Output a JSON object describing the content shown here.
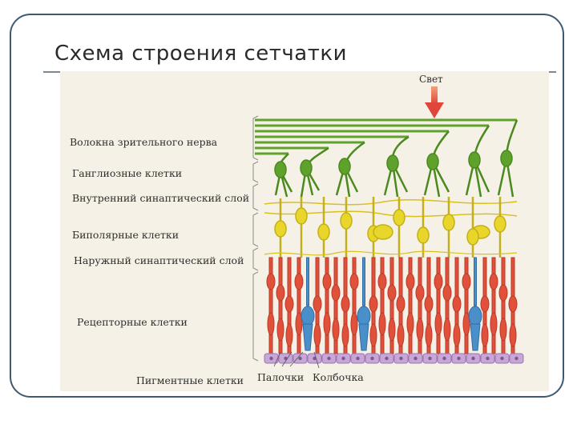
{
  "slide": {
    "title": "Схема строения сетчатки"
  },
  "diagram": {
    "light_label": "Свет",
    "layer_labels": [
      "Волокна зрительного нерва",
      "Ганглиозные клетки",
      "Внутренний синаптический слой",
      "Биполярные клетки",
      "Наружный синаптический слой",
      "Рецепторные клетки",
      "Пигментные клетки"
    ],
    "bottom_labels": [
      "Палочки",
      "Колбочка"
    ],
    "colors": {
      "ganglion": "#5fa22b",
      "bipolar": "#e8d62a",
      "rod": "#e0503a",
      "cone": "#4a8fc9",
      "pigment": "#c9a6d8",
      "arrow": "#e0473a"
    }
  }
}
